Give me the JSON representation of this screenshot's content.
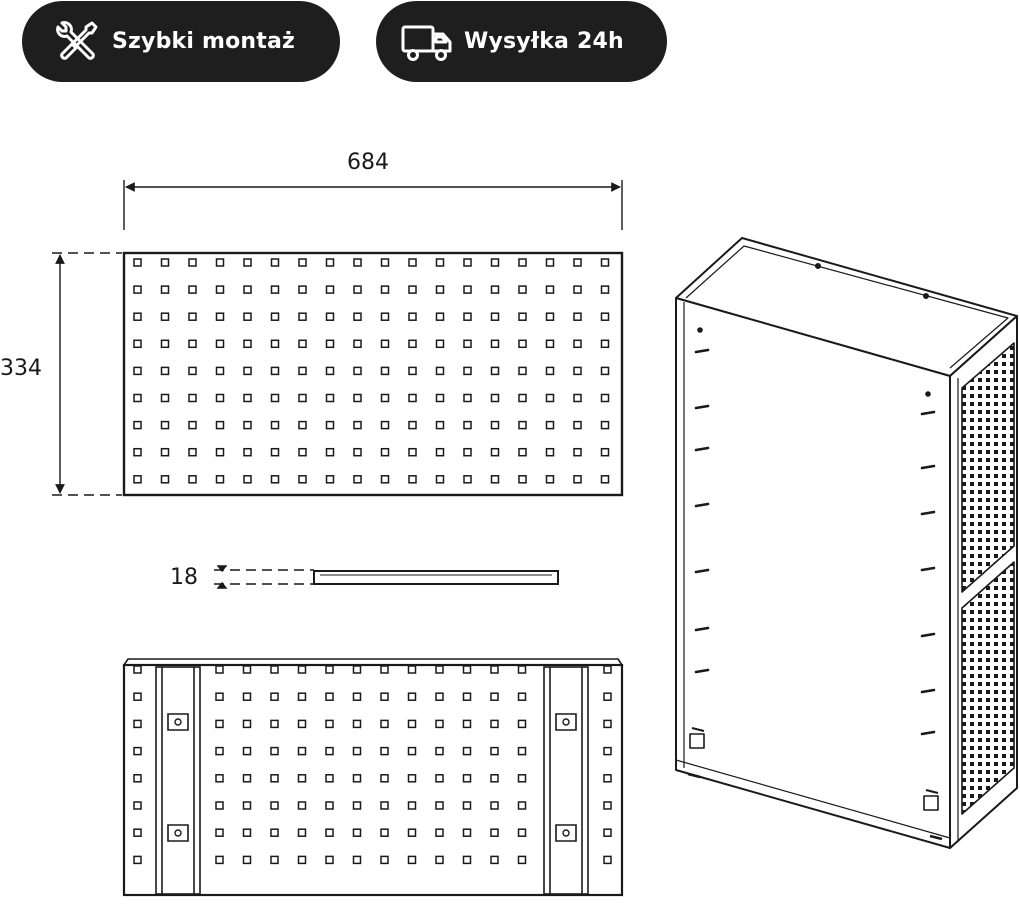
{
  "badges": {
    "assembly": {
      "label": "Szybki montaż",
      "icon": "wrench-screwdriver-icon"
    },
    "shipping": {
      "label": "Wysyłka 24h",
      "icon": "delivery-truck-icon"
    }
  },
  "dimensions": {
    "width": "684",
    "height": "334",
    "thickness": "18"
  },
  "colors": {
    "badge_background": "#1e1e1e",
    "badge_text": "#ffffff",
    "line": "#1a1a1a"
  }
}
